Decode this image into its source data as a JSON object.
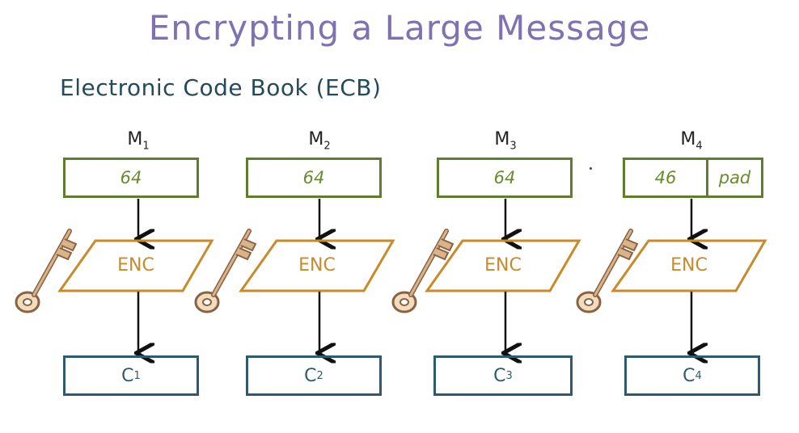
{
  "title": "Encrypting a Large Message",
  "subtitle": "Electronic Code Book (ECB)",
  "blocks": [
    {
      "m_letter": "M",
      "m_sub": "1",
      "size": "64",
      "enc": "ENC",
      "c_letter": "C",
      "c_sub": "1"
    },
    {
      "m_letter": "M",
      "m_sub": "2",
      "size": "64",
      "enc": "ENC",
      "c_letter": "C",
      "c_sub": "2"
    },
    {
      "m_letter": "M",
      "m_sub": "3",
      "size": "64",
      "enc": "ENC",
      "c_letter": "C",
      "c_sub": "3"
    },
    {
      "m_letter": "M",
      "m_sub": "4",
      "size": "46",
      "pad": "pad",
      "enc": "ENC",
      "c_letter": "C",
      "c_sub": "4"
    }
  ],
  "colors": {
    "title": "#8071b0",
    "subtitle": "#254a5c",
    "message_box": "#5e7d2d",
    "enc_box": "#c98a2a",
    "cipher_box": "#2e5a70",
    "key": "#a07850"
  },
  "icons": [
    "key-icon",
    "arrow-down-icon"
  ]
}
